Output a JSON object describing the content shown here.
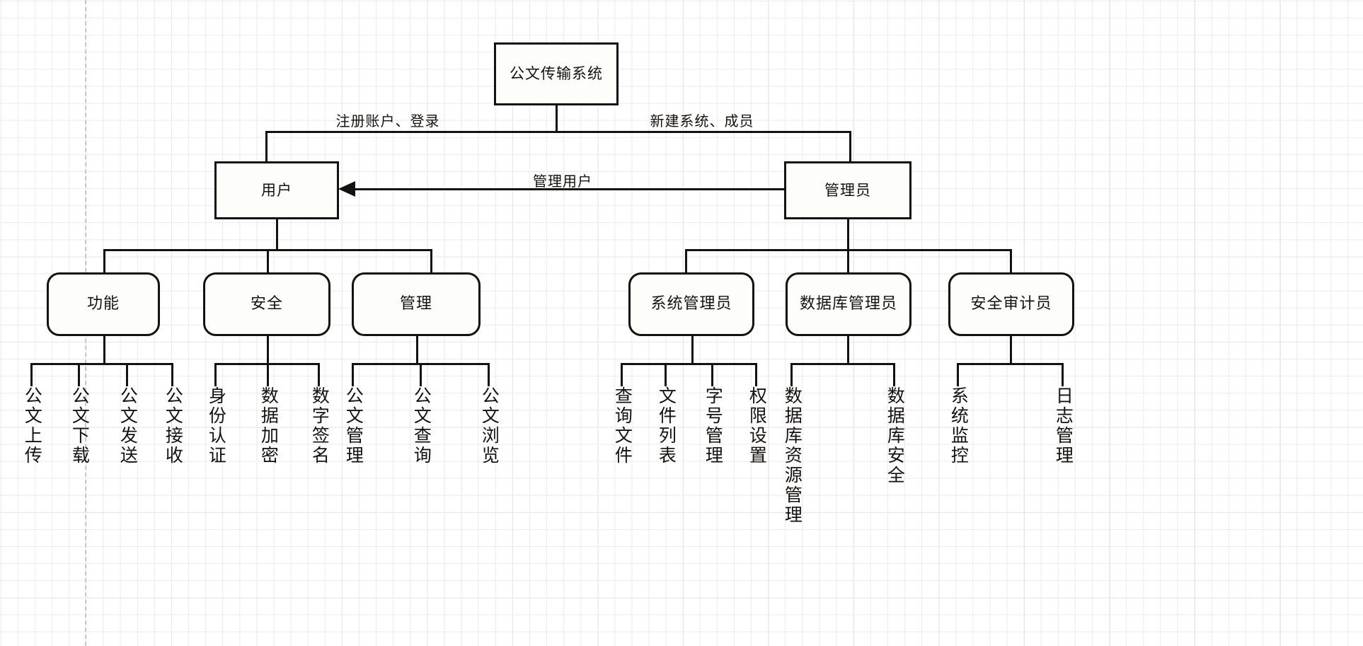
{
  "diagram": {
    "type": "org-chart",
    "title_node": "公文传输系统",
    "nodes": {
      "root": "公文传输系统",
      "user": "用户",
      "admin": "管理员",
      "user_children": [
        "功能",
        "安全",
        "管理"
      ],
      "admin_children": [
        "系统管理员",
        "数据库管理员",
        "安全审计员"
      ]
    },
    "edge_labels": {
      "root_to_user": "注册账户、登录",
      "root_to_admin": "新建系统、成员",
      "admin_to_user": "管理用户"
    },
    "leaves": {
      "gongneng": [
        "公文上传",
        "公文下载",
        "公文发送",
        "公文接收"
      ],
      "anquan": [
        "身份认证",
        "数据加密",
        "数字签名"
      ],
      "guanli": [
        "公文管理",
        "公文查询",
        "公文浏览"
      ],
      "xitong_admin": [
        "查询文件",
        "文件列表",
        "字号管理",
        "权限设置"
      ],
      "db_admin": [
        "数据库资源管理",
        "数据库安全"
      ],
      "audit": [
        "系统监控",
        "日志管理"
      ]
    },
    "colors": {
      "stroke": "#14110f",
      "fill": "#fdfdfa",
      "grid_minor": "#eceaea",
      "grid_major": "#d6d4d4",
      "page_break": "#c9c9c9"
    }
  }
}
